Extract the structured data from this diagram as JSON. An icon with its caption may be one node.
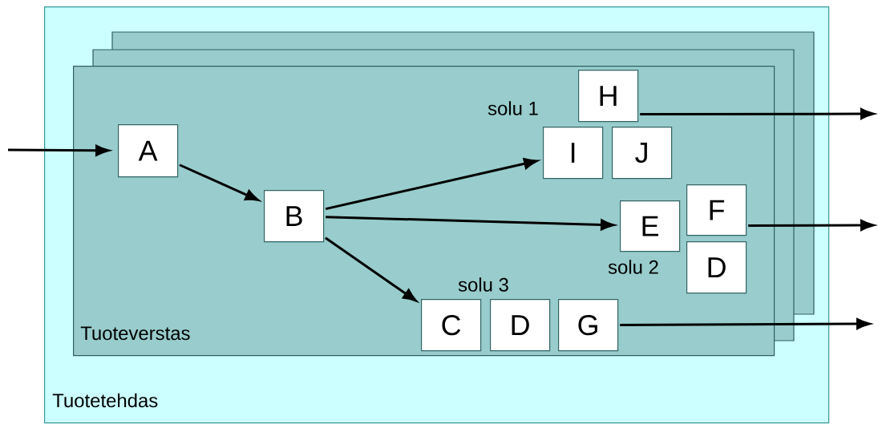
{
  "diagram": {
    "nodes": [
      {
        "text": [
          "Tuotetehdas"
        ]
      },
      {
        "text": [
          "Tuoteverstas"
        ],
        "in": 0
      },
      {
        "text": [
          "A"
        ],
        "in": 1
      },
      {
        "text": [
          "B"
        ],
        "in": 1
      },
      {
        "text": [
          "H"
        ],
        "in": 1
      },
      {
        "text": [
          "I"
        ],
        "in": 1
      },
      {
        "text": [
          "J"
        ],
        "in": 1
      },
      {
        "text": [
          "E"
        ],
        "in": 1
      },
      {
        "text": [
          "F"
        ],
        "in": 1
      },
      {
        "text": [
          "D"
        ],
        "in": 1
      },
      {
        "text": [
          "C"
        ],
        "in": 1
      },
      {
        "text": [
          "D"
        ],
        "in": 1
      },
      {
        "text": [
          "G"
        ],
        "in": 1
      }
    ],
    "edges": [
      {
        "from": null,
        "to": 2,
        "arrow": "to"
      },
      {
        "from": 2,
        "to": 3,
        "arrow": "to"
      },
      {
        "from": 3,
        "to": 5,
        "arrow": "to"
      },
      {
        "from": 3,
        "to": 7,
        "arrow": "to"
      },
      {
        "from": 3,
        "to": 10,
        "arrow": "to"
      },
      {
        "from": 4,
        "to": null,
        "arrow": "to"
      },
      {
        "from": 8,
        "to": null,
        "arrow": "to"
      },
      {
        "from": 12,
        "to": null,
        "arrow": "to"
      }
    ],
    "labels": [
      "solu 1",
      "solu 2",
      "solu 3"
    ]
  }
}
